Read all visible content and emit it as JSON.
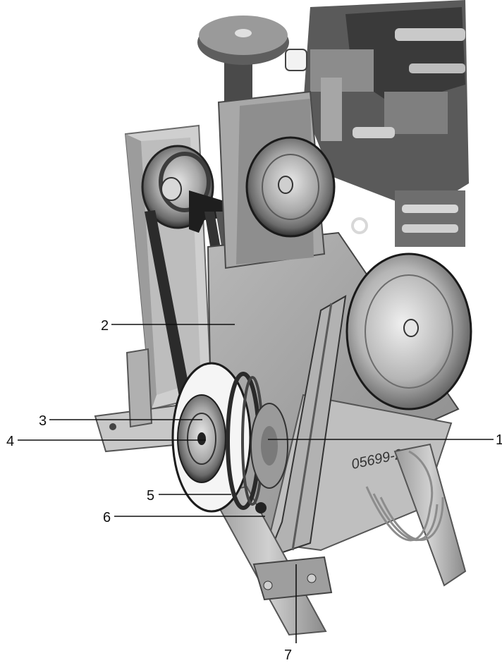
{
  "figure": {
    "callouts": [
      {
        "number": "1"
      },
      {
        "number": "2"
      },
      {
        "number": "3"
      },
      {
        "number": "4"
      },
      {
        "number": "5"
      },
      {
        "number": "6"
      },
      {
        "number": "7"
      }
    ],
    "plate_marking": "05699-2"
  },
  "colors": {
    "background": "#ffffff",
    "label": "#111111",
    "frame_dark": "#2a2a2a",
    "frame_mid": "#7a7a7a",
    "frame_light": "#c8c8c8",
    "roller_white": "#f4f4f4"
  }
}
